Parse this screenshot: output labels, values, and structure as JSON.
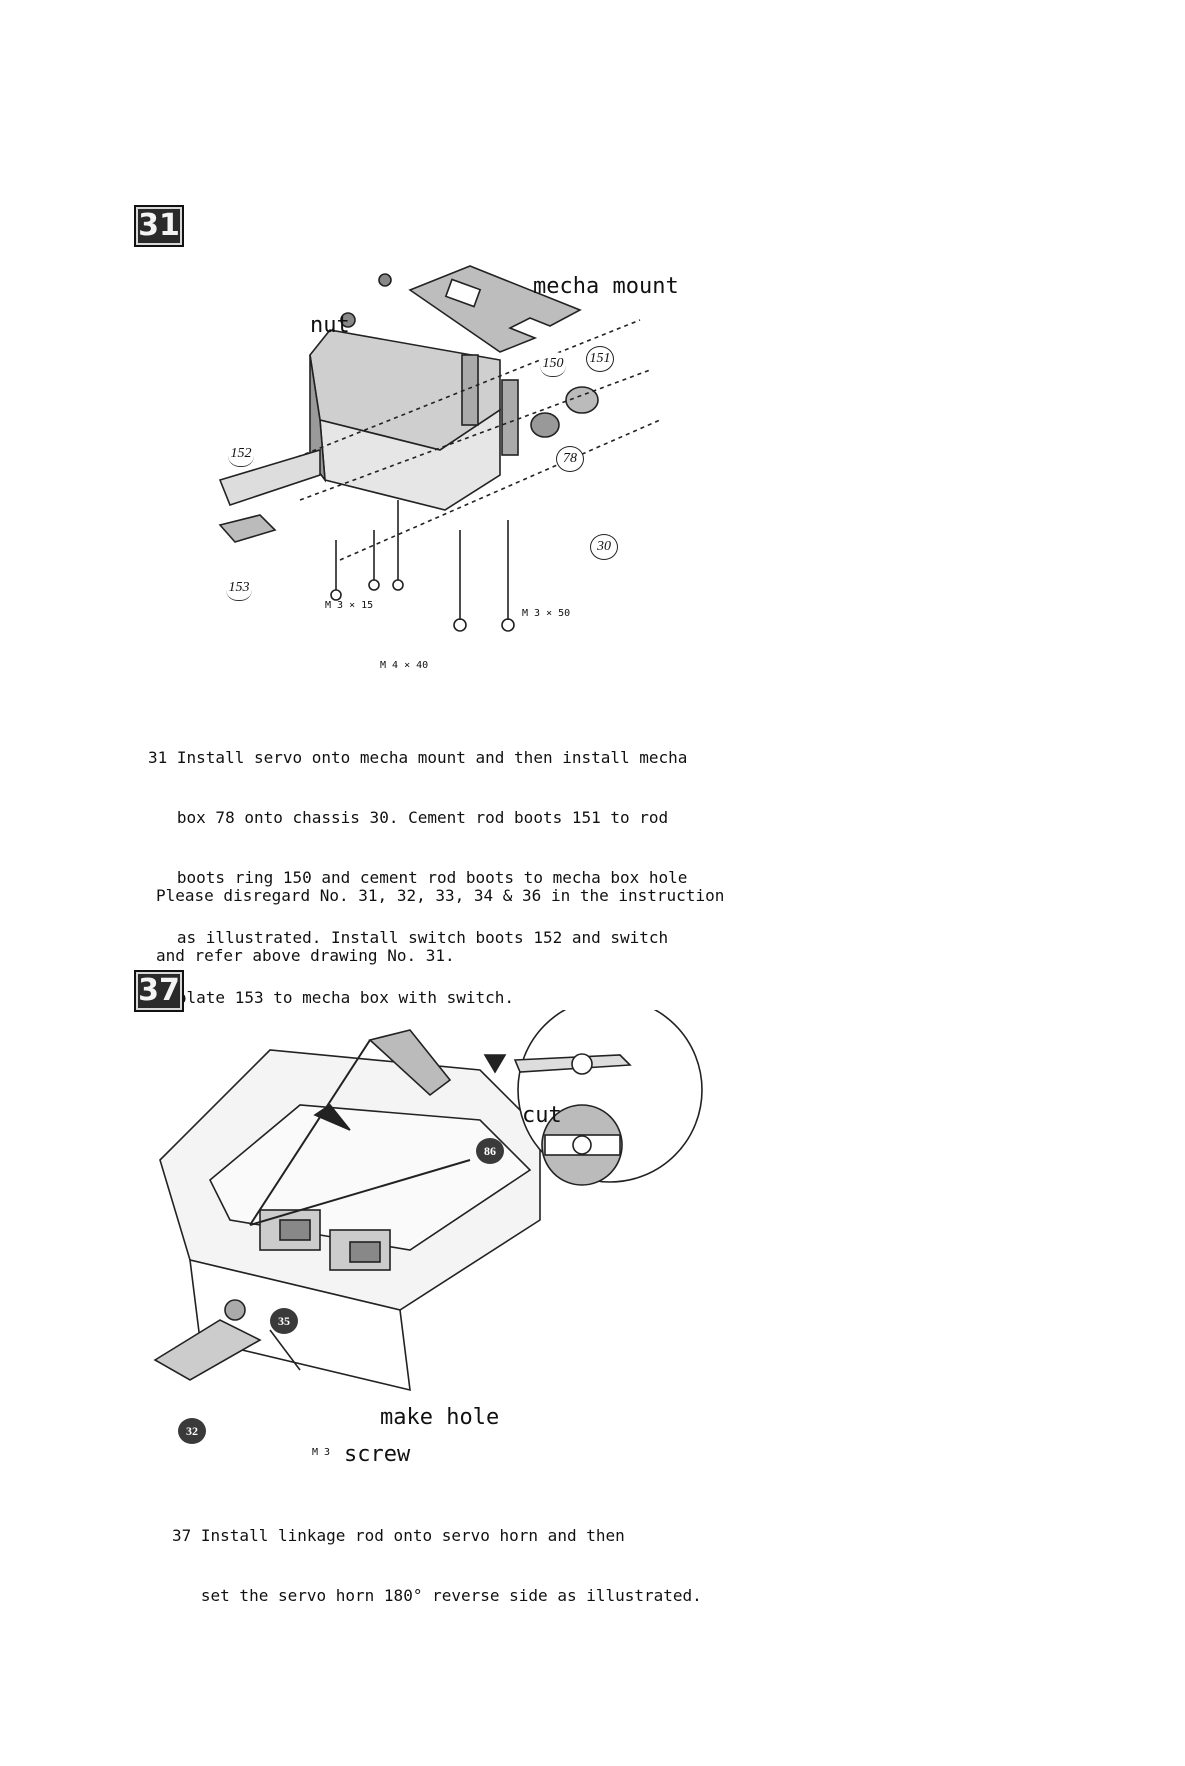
{
  "step31": {
    "badge": "31",
    "labels": {
      "mecha_mount": "mecha mount",
      "nut": "nut",
      "m3x15": "M 3 × 15",
      "m4x40": "M 4 × 40",
      "m3x50": "M 3 × 50"
    },
    "parts": [
      "150",
      "151",
      "152",
      "153",
      "78",
      "30"
    ],
    "instruction_lines": [
      "31 Install servo onto mecha mount and then install mecha",
      "   box 78 onto chassis 30. Cement rod boots 151 to rod",
      "   boots ring 150 and cement rod boots to mecha box hole",
      "   as illustrated. Install switch boots 152 and switch",
      "   plate 153 to mecha box with switch."
    ],
    "note_lines": [
      "Please disregard No. 31, 32, 33, 34 & 36 in the instruction",
      "and refer above drawing No. 31."
    ]
  },
  "step37": {
    "badge": "37",
    "labels": {
      "cut": "cut",
      "make_hole": "make hole",
      "m3": "M 3",
      "screw": "screw"
    },
    "parts": [
      "86",
      "35",
      "32"
    ],
    "instruction_lines": [
      "37 Install linkage rod onto servo horn and then",
      "   set the servo horn 180° reverse side as illustrated."
    ]
  }
}
